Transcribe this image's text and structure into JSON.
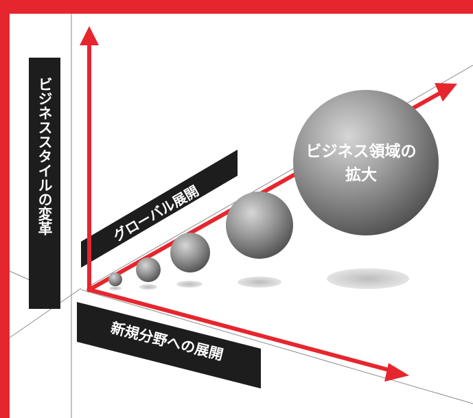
{
  "colors": {
    "frame": "#e6262e",
    "arrow": "#e6262e",
    "label_band": "#1d1d1d",
    "guide_line": "#888888",
    "sphere_shadow": "#cfcfcf"
  },
  "axes": {
    "vertical_label": "ビジネススタイルの変革",
    "depth_label": "グローバル展開",
    "horizontal_label": "新規分野への展開"
  },
  "bubble_label": {
    "line1": "ビジネス領域の",
    "line2": "拡大"
  }
}
